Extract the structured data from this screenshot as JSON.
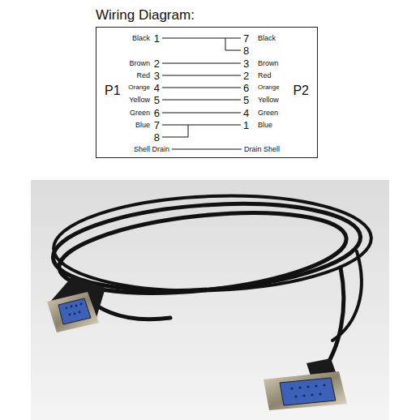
{
  "diagram": {
    "title": "Wiring Diagram:",
    "nodes": [
      {
        "text": [
          "P1",
          "P2"
        ]
      }
    ],
    "labels": [
      "Black",
      "1",
      "7",
      "Black",
      "8",
      "Brown",
      "2",
      "3",
      "Brown",
      "Red",
      "3",
      "2",
      "Red",
      "Orange",
      "4",
      "6",
      "Orange",
      "Yellow",
      "5",
      "5",
      "Yellow",
      "Green",
      "6",
      "4",
      "Green",
      "Blue",
      "7",
      "1",
      "Blue",
      "8",
      "Shell Drain",
      "Drain Shell"
    ]
  }
}
